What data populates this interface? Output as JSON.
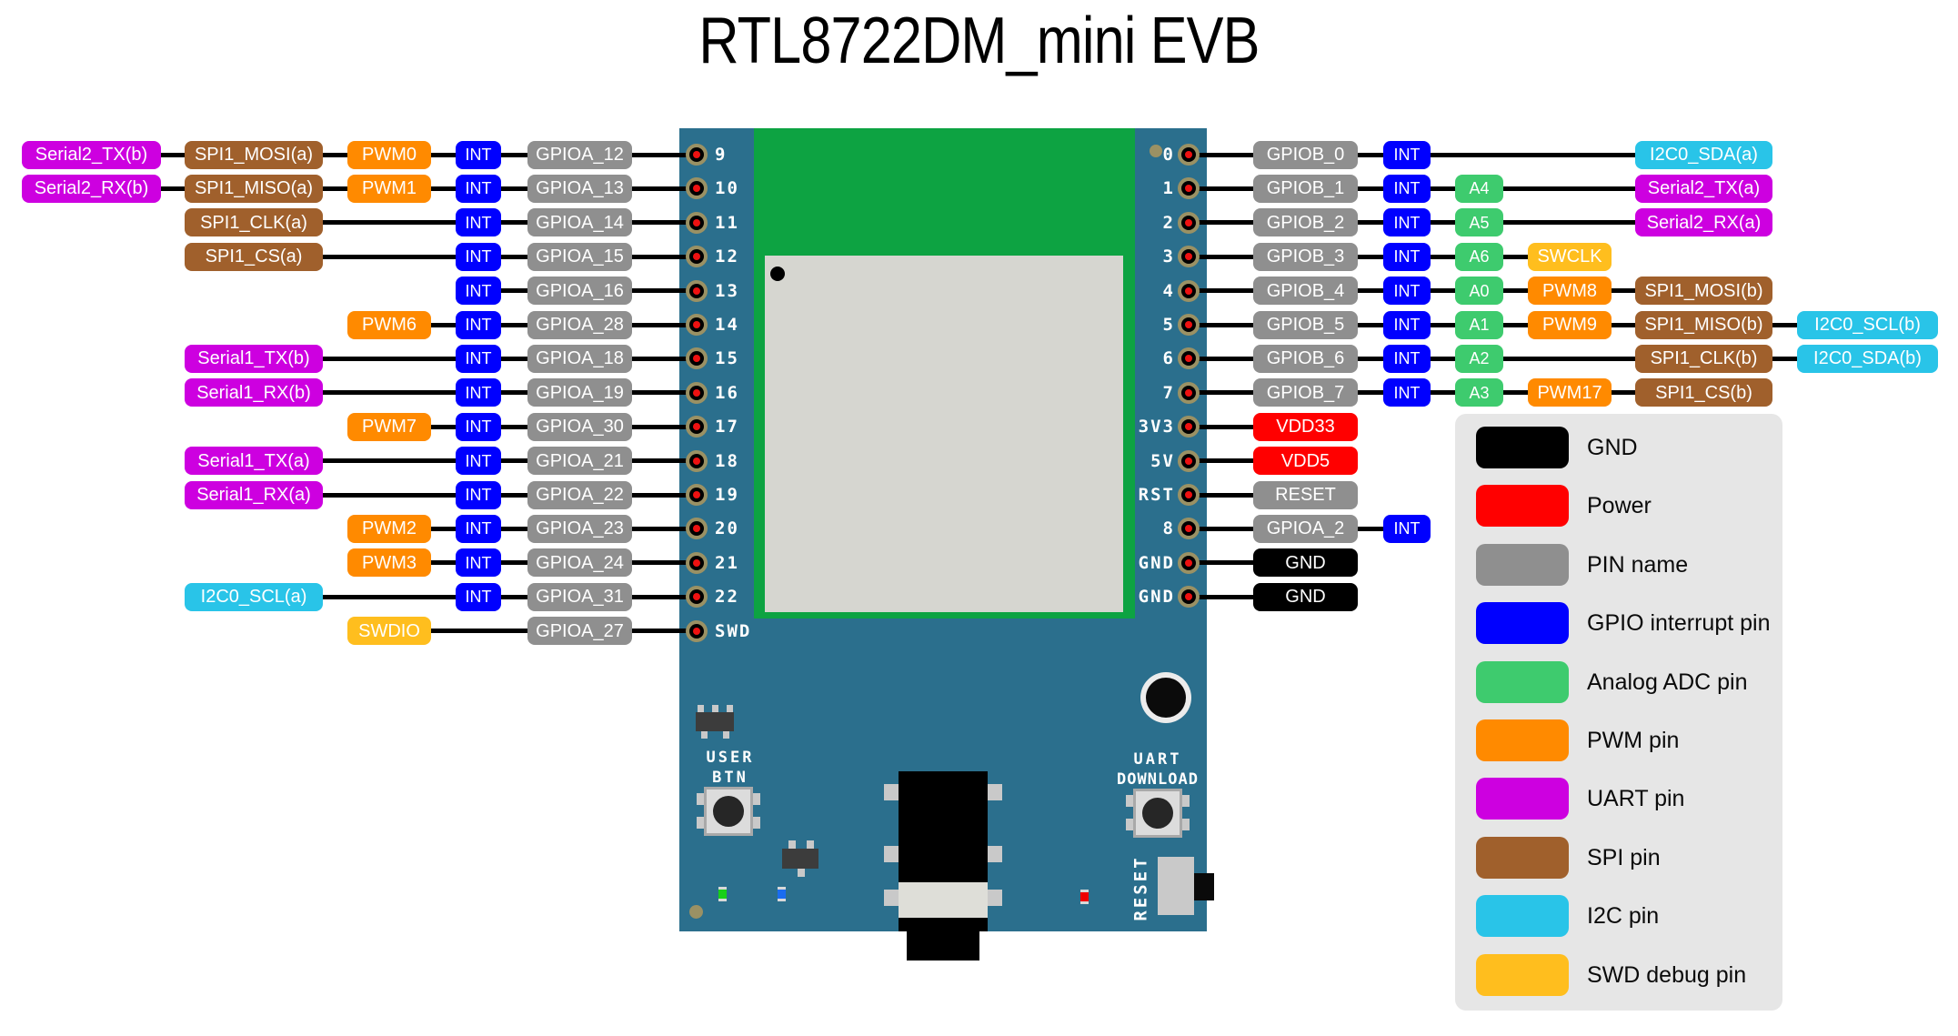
{
  "title": "RTL8722DM_mini EVB",
  "colors": {
    "gnd": "#000000",
    "power": "#ff0000",
    "pin": "#8f8f8f",
    "int": "#0000ff",
    "adc": "#3ecb6e",
    "pwm": "#ff8a00",
    "uart": "#cd00e0",
    "spi": "#a0602c",
    "i2c": "#29c4e8",
    "swd": "#ffbe1e",
    "board": "#2b6f8d",
    "module": "#0da342",
    "chip": "#d6d6d0",
    "legend_bg": "#e6e6e6",
    "pad_ring": "#9a9164",
    "pad_core": "#ee1111",
    "wire": "#000000"
  },
  "left_rows": [
    {
      "pin": "9",
      "cells": [
        {
          "label": "Serial2_TX(b)",
          "type": "uart",
          "col": 0
        },
        {
          "label": "SPI1_MOSI(a)",
          "type": "spi",
          "col": 1
        },
        {
          "label": "PWM0",
          "type": "pwm",
          "col": 2
        },
        {
          "label": "INT",
          "type": "int",
          "col": 3
        },
        {
          "label": "GPIOA_12",
          "type": "pin",
          "col": 4
        }
      ]
    },
    {
      "pin": "10",
      "cells": [
        {
          "label": "Serial2_RX(b)",
          "type": "uart",
          "col": 0
        },
        {
          "label": "SPI1_MISO(a)",
          "type": "spi",
          "col": 1
        },
        {
          "label": "PWM1",
          "type": "pwm",
          "col": 2
        },
        {
          "label": "INT",
          "type": "int",
          "col": 3
        },
        {
          "label": "GPIOA_13",
          "type": "pin",
          "col": 4
        }
      ]
    },
    {
      "pin": "11",
      "cells": [
        {
          "label": "SPI1_CLK(a)",
          "type": "spi",
          "col": 1
        },
        {
          "label": "INT",
          "type": "int",
          "col": 3
        },
        {
          "label": "GPIOA_14",
          "type": "pin",
          "col": 4
        }
      ]
    },
    {
      "pin": "12",
      "cells": [
        {
          "label": "SPI1_CS(a)",
          "type": "spi",
          "col": 1
        },
        {
          "label": "INT",
          "type": "int",
          "col": 3
        },
        {
          "label": "GPIOA_15",
          "type": "pin",
          "col": 4
        }
      ]
    },
    {
      "pin": "13",
      "cells": [
        {
          "label": "INT",
          "type": "int",
          "col": 3
        },
        {
          "label": "GPIOA_16",
          "type": "pin",
          "col": 4
        }
      ]
    },
    {
      "pin": "14",
      "cells": [
        {
          "label": "PWM6",
          "type": "pwm",
          "col": 2
        },
        {
          "label": "INT",
          "type": "int",
          "col": 3
        },
        {
          "label": "GPIOA_28",
          "type": "pin",
          "col": 4
        }
      ]
    },
    {
      "pin": "15",
      "cells": [
        {
          "label": "Serial1_TX(b)",
          "type": "uart",
          "col": 1
        },
        {
          "label": "INT",
          "type": "int",
          "col": 3
        },
        {
          "label": "GPIOA_18",
          "type": "pin",
          "col": 4
        }
      ]
    },
    {
      "pin": "16",
      "cells": [
        {
          "label": "Serial1_RX(b)",
          "type": "uart",
          "col": 1
        },
        {
          "label": "INT",
          "type": "int",
          "col": 3
        },
        {
          "label": "GPIOA_19",
          "type": "pin",
          "col": 4
        }
      ]
    },
    {
      "pin": "17",
      "cells": [
        {
          "label": "PWM7",
          "type": "pwm",
          "col": 2
        },
        {
          "label": "INT",
          "type": "int",
          "col": 3
        },
        {
          "label": "GPIOA_30",
          "type": "pin",
          "col": 4
        }
      ]
    },
    {
      "pin": "18",
      "cells": [
        {
          "label": "Serial1_TX(a)",
          "type": "uart",
          "col": 1
        },
        {
          "label": "INT",
          "type": "int",
          "col": 3
        },
        {
          "label": "GPIOA_21",
          "type": "pin",
          "col": 4
        }
      ]
    },
    {
      "pin": "19",
      "cells": [
        {
          "label": "Serial1_RX(a)",
          "type": "uart",
          "col": 1
        },
        {
          "label": "INT",
          "type": "int",
          "col": 3
        },
        {
          "label": "GPIOA_22",
          "type": "pin",
          "col": 4
        }
      ]
    },
    {
      "pin": "20",
      "cells": [
        {
          "label": "PWM2",
          "type": "pwm",
          "col": 2
        },
        {
          "label": "INT",
          "type": "int",
          "col": 3
        },
        {
          "label": "GPIOA_23",
          "type": "pin",
          "col": 4
        }
      ]
    },
    {
      "pin": "21",
      "cells": [
        {
          "label": "PWM3",
          "type": "pwm",
          "col": 2
        },
        {
          "label": "INT",
          "type": "int",
          "col": 3
        },
        {
          "label": "GPIOA_24",
          "type": "pin",
          "col": 4
        }
      ]
    },
    {
      "pin": "22",
      "cells": [
        {
          "label": "I2C0_SCL(a)",
          "type": "i2c",
          "col": 1
        },
        {
          "label": "INT",
          "type": "int",
          "col": 3
        },
        {
          "label": "GPIOA_31",
          "type": "pin",
          "col": 4
        }
      ]
    },
    {
      "pin": "SWD",
      "cells": [
        {
          "label": "SWDIO",
          "type": "swd",
          "col": 2
        },
        {
          "label": "GPIOA_27",
          "type": "pin",
          "col": 4
        }
      ]
    }
  ],
  "right_rows": [
    {
      "pin": "0",
      "marker": true,
      "cells": [
        {
          "label": "GPIOB_0",
          "type": "pin",
          "col": 0
        },
        {
          "label": "INT",
          "type": "int",
          "col": 1
        },
        {
          "label": "I2C0_SDA(a)",
          "type": "i2c",
          "col": 4
        }
      ]
    },
    {
      "pin": "1",
      "cells": [
        {
          "label": "GPIOB_1",
          "type": "pin",
          "col": 0
        },
        {
          "label": "INT",
          "type": "int",
          "col": 1
        },
        {
          "label": "A4",
          "type": "adc",
          "col": 2
        },
        {
          "label": "Serial2_TX(a)",
          "type": "uart",
          "col": 4
        }
      ]
    },
    {
      "pin": "2",
      "cells": [
        {
          "label": "GPIOB_2",
          "type": "pin",
          "col": 0
        },
        {
          "label": "INT",
          "type": "int",
          "col": 1
        },
        {
          "label": "A5",
          "type": "adc",
          "col": 2
        },
        {
          "label": "Serial2_RX(a)",
          "type": "uart",
          "col": 4
        }
      ]
    },
    {
      "pin": "3",
      "cells": [
        {
          "label": "GPIOB_3",
          "type": "pin",
          "col": 0
        },
        {
          "label": "INT",
          "type": "int",
          "col": 1
        },
        {
          "label": "A6",
          "type": "adc",
          "col": 2
        },
        {
          "label": "SWCLK",
          "type": "swd",
          "col": 3
        }
      ]
    },
    {
      "pin": "4",
      "cells": [
        {
          "label": "GPIOB_4",
          "type": "pin",
          "col": 0
        },
        {
          "label": "INT",
          "type": "int",
          "col": 1
        },
        {
          "label": "A0",
          "type": "adc",
          "col": 2
        },
        {
          "label": "PWM8",
          "type": "pwm",
          "col": 3
        },
        {
          "label": "SPI1_MOSI(b)",
          "type": "spi",
          "col": 4
        }
      ]
    },
    {
      "pin": "5",
      "cells": [
        {
          "label": "GPIOB_5",
          "type": "pin",
          "col": 0
        },
        {
          "label": "INT",
          "type": "int",
          "col": 1
        },
        {
          "label": "A1",
          "type": "adc",
          "col": 2
        },
        {
          "label": "PWM9",
          "type": "pwm",
          "col": 3
        },
        {
          "label": "SPI1_MISO(b)",
          "type": "spi",
          "col": 4
        },
        {
          "label": "I2C0_SCL(b)",
          "type": "i2c",
          "col": 5
        }
      ]
    },
    {
      "pin": "6",
      "cells": [
        {
          "label": "GPIOB_6",
          "type": "pin",
          "col": 0
        },
        {
          "label": "INT",
          "type": "int",
          "col": 1
        },
        {
          "label": "A2",
          "type": "adc",
          "col": 2
        },
        {
          "label": "SPI1_CLK(b)",
          "type": "spi",
          "col": 4
        },
        {
          "label": "I2C0_SDA(b)",
          "type": "i2c",
          "col": 5
        }
      ]
    },
    {
      "pin": "7",
      "cells": [
        {
          "label": "GPIOB_7",
          "type": "pin",
          "col": 0
        },
        {
          "label": "INT",
          "type": "int",
          "col": 1
        },
        {
          "label": "A3",
          "type": "adc",
          "col": 2
        },
        {
          "label": "PWM17",
          "type": "pwm",
          "col": 3
        },
        {
          "label": "SPI1_CS(b)",
          "type": "spi",
          "col": 4
        }
      ]
    },
    {
      "pin": "3V3",
      "cells": [
        {
          "label": "VDD33",
          "type": "power",
          "col": 0
        }
      ]
    },
    {
      "pin": "5V",
      "cells": [
        {
          "label": "VDD5",
          "type": "power",
          "col": 0
        }
      ]
    },
    {
      "pin": "RST",
      "cells": [
        {
          "label": "RESET",
          "type": "pin",
          "col": 0
        }
      ]
    },
    {
      "pin": "8",
      "cells": [
        {
          "label": "GPIOA_2",
          "type": "pin",
          "col": 0
        },
        {
          "label": "INT",
          "type": "int",
          "col": 1
        }
      ]
    },
    {
      "pin": "GND",
      "cells": [
        {
          "label": "GND",
          "type": "gnd",
          "col": 0
        }
      ]
    },
    {
      "pin": "GND",
      "cells": [
        {
          "label": "GND",
          "type": "gnd",
          "col": 0
        }
      ]
    }
  ],
  "legend": [
    {
      "type": "gnd",
      "label": "GND"
    },
    {
      "type": "power",
      "label": "Power"
    },
    {
      "type": "pin",
      "label": "PIN name"
    },
    {
      "type": "int",
      "label": "GPIO interrupt pin"
    },
    {
      "type": "adc",
      "label": "Analog ADC pin"
    },
    {
      "type": "pwm",
      "label": "PWM pin"
    },
    {
      "type": "uart",
      "label": "UART pin"
    },
    {
      "type": "spi",
      "label": "SPI pin"
    },
    {
      "type": "i2c",
      "label": "I2C pin"
    },
    {
      "type": "swd",
      "label": "SWD debug pin"
    }
  ],
  "board": {
    "user_btn_line1": "USER",
    "user_btn_line2": "BTN",
    "uart_btn_line1": "UART",
    "uart_btn_line2": "DOWNLOAD",
    "reset_label": "RESET"
  }
}
